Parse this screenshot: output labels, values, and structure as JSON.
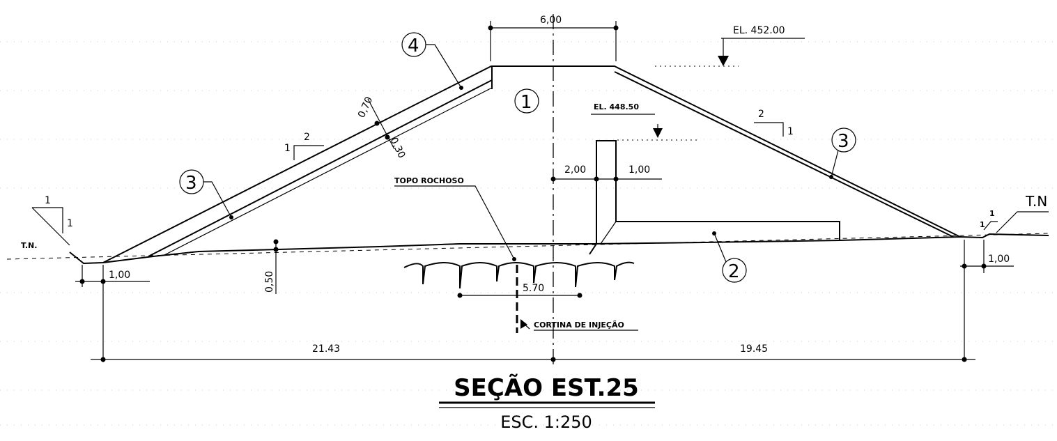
{
  "drawing": {
    "title": "SEÇÃO EST.25",
    "scale": "ESC. 1:250"
  },
  "elevations": {
    "crest": "EL. 452.00",
    "drain": "EL. 448.50"
  },
  "labels": {
    "ground_left": "T.N.",
    "ground_right": "T.N",
    "rock_top": "TOPO ROCHOSO",
    "grout_curtain": "CORTINA DE INJEÇÃO"
  },
  "zones": [
    "1",
    "2",
    "3",
    "3",
    "4"
  ],
  "slopes": {
    "upstream_v": "1",
    "upstream_h": "2",
    "downstream_v": "1",
    "downstream_h": "2",
    "left_cut_top": "1",
    "left_cut_side": "1",
    "right_cut_top": "1",
    "right_cut_side": "1"
  },
  "dimensions": {
    "crest_width": "6,00",
    "riprap": "0,70",
    "transition": "0,30",
    "drain_left": "2,00",
    "drain_right": "1,00",
    "left_toe": "1,00",
    "right_toe": "1,00",
    "stripping": "0,50",
    "curtain_depth": "5.70",
    "left_half": "21.43",
    "right_half": "19.45"
  }
}
